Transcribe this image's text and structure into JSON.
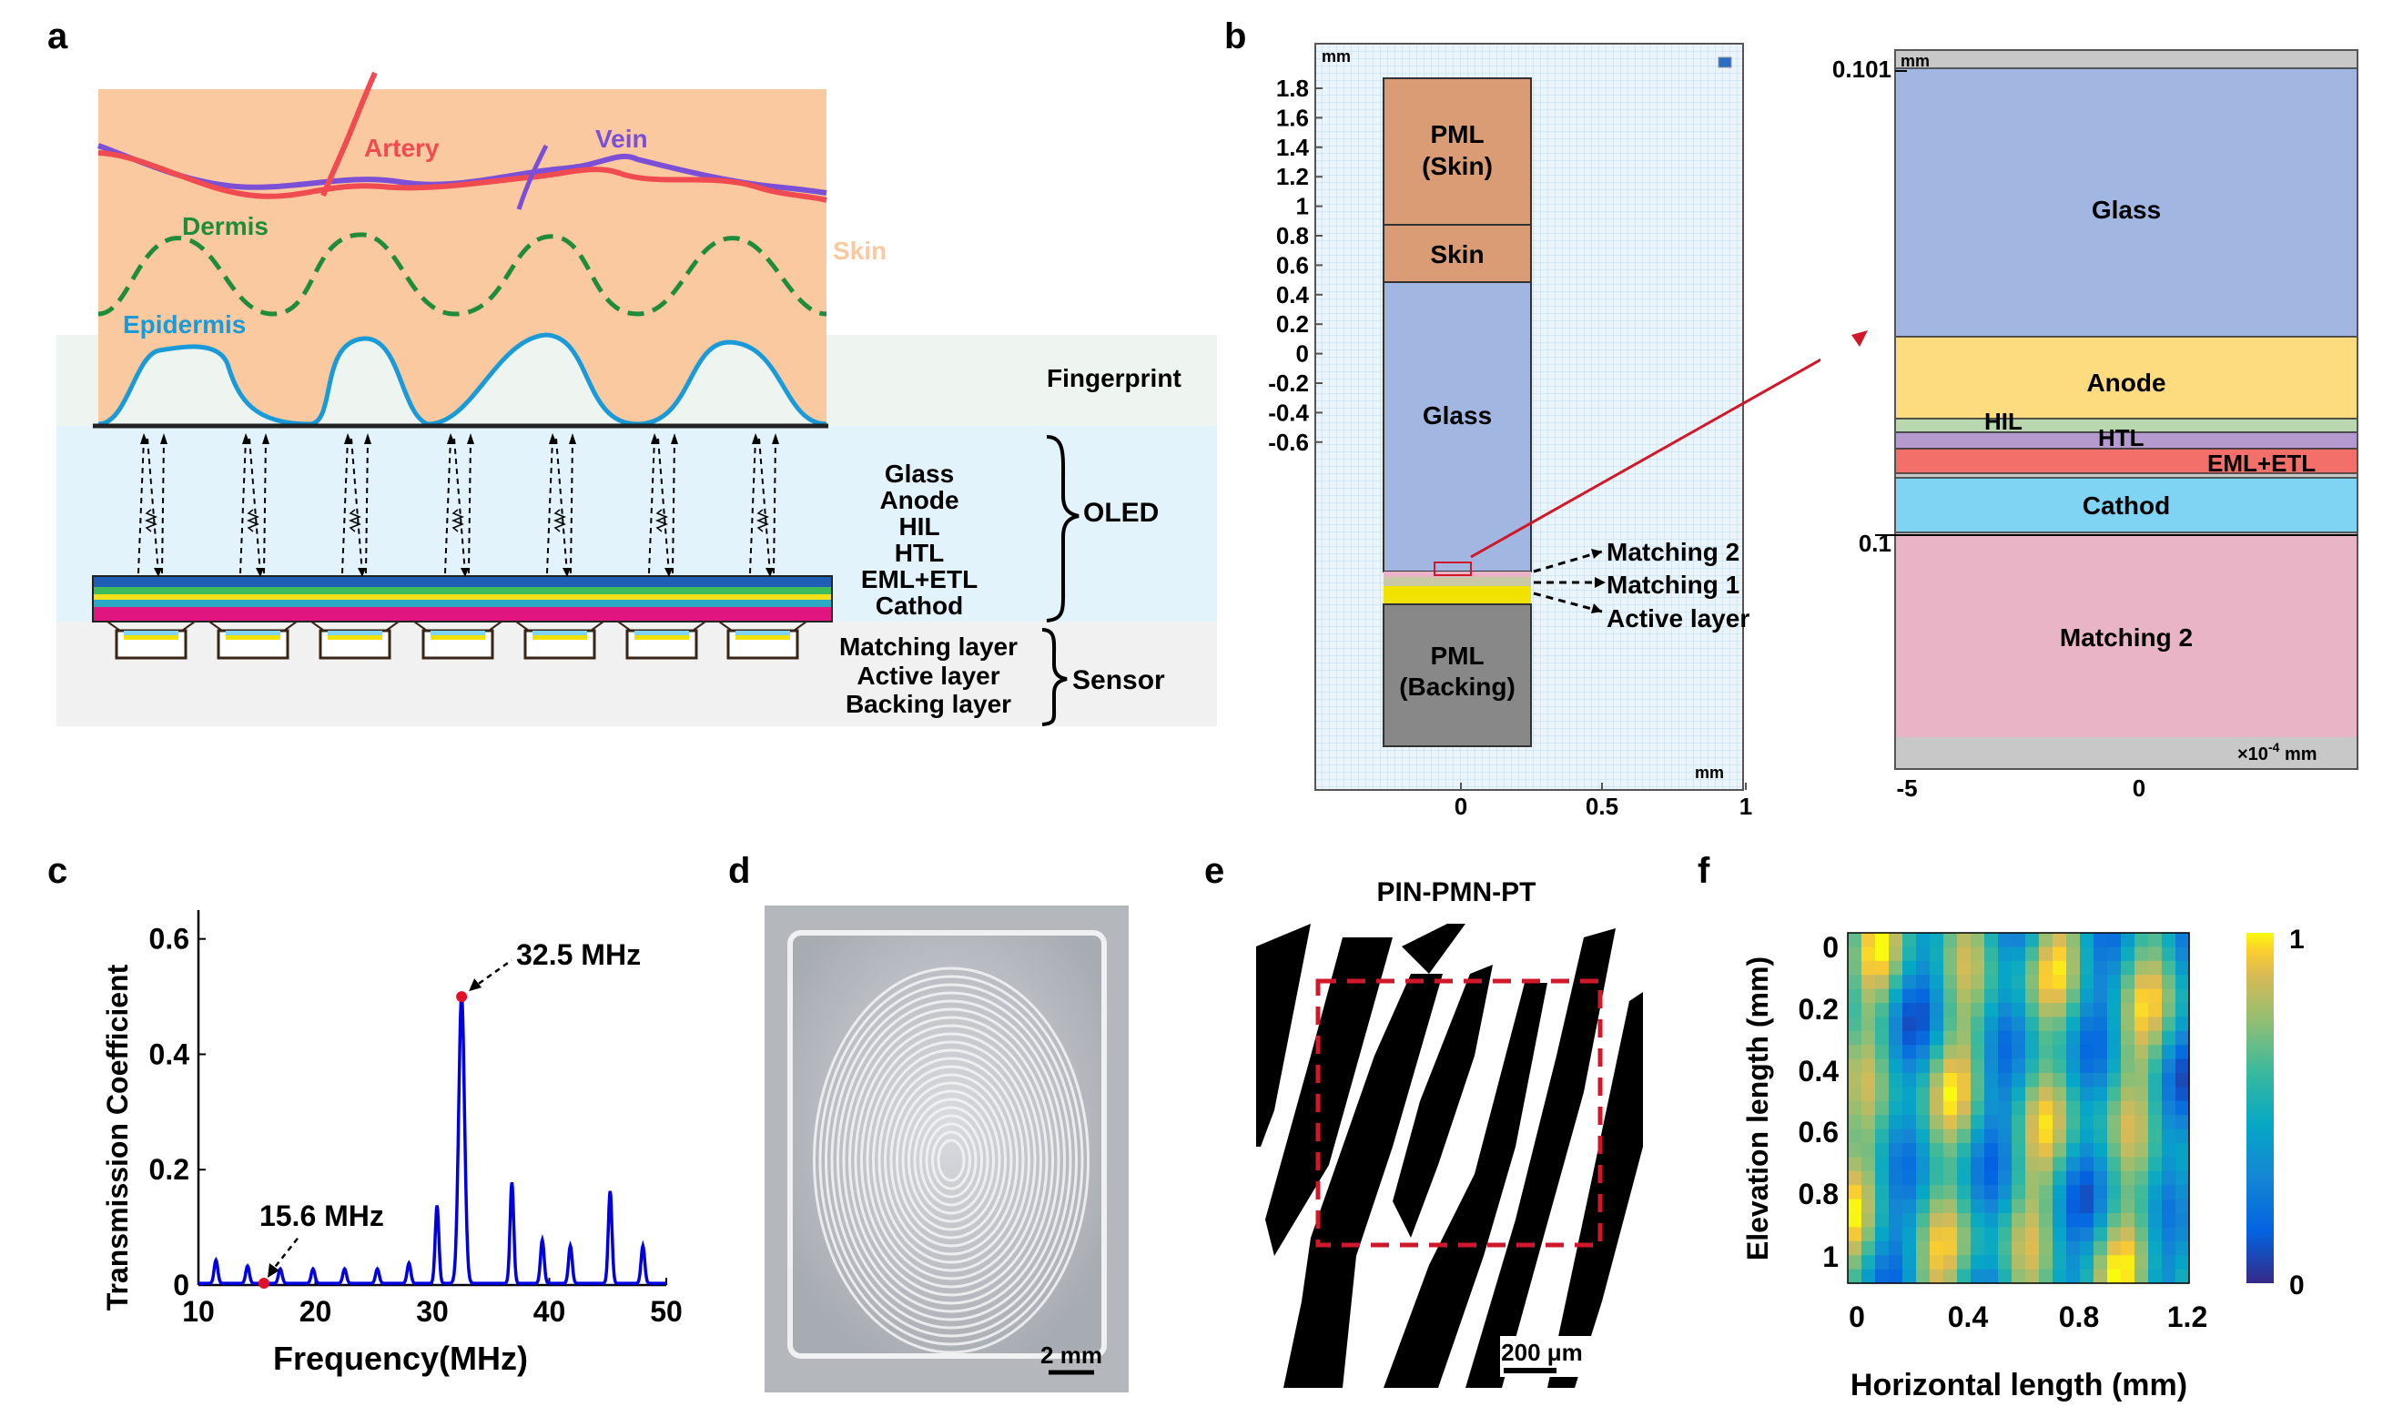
{
  "panels": {
    "a": "a",
    "b": "b",
    "c": "c",
    "d": "d",
    "e": "e",
    "f": "f"
  },
  "panel_a": {
    "vessels": {
      "artery": "Artery",
      "vein": "Vein",
      "dermis": "Dermis",
      "epidermis": "Epidermis",
      "skin": "Skin"
    },
    "fingerprint_label": "Fingerprint",
    "oled_layers": [
      "Glass",
      "Anode",
      "HIL",
      "HTL",
      "EML+ETL",
      "Cathod"
    ],
    "oled_label": "OLED",
    "sensor_layers": [
      "Matching layer",
      "Active layer",
      "Backing layer"
    ],
    "sensor_label": "Sensor",
    "colors": {
      "skin": "#fbc9a0",
      "artery": "#f04b50",
      "vein": "#7b4fd6",
      "dermis": "#1e8c3a",
      "epidermis": "#1a9bd7",
      "fingerprint_bg": "#eef5f1",
      "oled_bg": "#e2f3fb",
      "sensor_bg": "#f2f1f2"
    }
  },
  "panel_b": {
    "unit_left": "mm",
    "unit_bottom": "mm",
    "yticks": [
      "1.8",
      "1.6",
      "1.4",
      "1.2",
      "1",
      "0.8",
      "0.6",
      "0.4",
      "0.2",
      "0",
      "-0.2",
      "-0.4",
      "-0.6"
    ],
    "xticks": [
      "0",
      "0.5",
      "1"
    ],
    "blocks": [
      {
        "label": "PML\n(Skin)",
        "line1": "PML",
        "line2": "(Skin)",
        "color": "#d99c74"
      },
      {
        "label": "Skin",
        "color": "#d99c74"
      },
      {
        "label": "Glass",
        "color": "#a1b6e0"
      },
      {
        "label": "PML\n(Backing)",
        "line1": "PML",
        "line2": "(Backing)",
        "color": "#888888"
      }
    ],
    "arrow_labels": [
      "Matching 2",
      "Matching 1",
      "Active layer"
    ],
    "zoom": {
      "unit_top": "mm",
      "ytick_top": "0.101",
      "ytick_bottom": "0.1",
      "xticks": [
        "-5",
        "0"
      ],
      "x_unit": "×10",
      "x_unit_exp": "-4",
      "x_unit_tail": " mm",
      "layers": [
        {
          "label": "Glass",
          "color": "#a1b6e0"
        },
        {
          "label": "Anode",
          "color": "#fddc80"
        },
        {
          "label": "HIL",
          "color": "#b9d8b0"
        },
        {
          "label": "HTL",
          "color": "#b59ad0"
        },
        {
          "label": "EML+ETL",
          "color": "#f3706a"
        },
        {
          "label": "Cathod",
          "color": "#7fd3f3"
        },
        {
          "label": "Matching 2",
          "color": "#e8b4c6"
        }
      ]
    }
  },
  "chart_data": {
    "type": "line",
    "title": "",
    "xlabel": "Frequency(MHz)",
    "ylabel": "Transmission Coefficient",
    "xlim": [
      10,
      50
    ],
    "ylim": [
      0,
      0.65
    ],
    "xticks": [
      10,
      20,
      30,
      40,
      50
    ],
    "yticks": [
      0,
      0.2,
      0.4,
      0.6
    ],
    "series": [
      {
        "color": "#0000e0",
        "peaks": [
          {
            "x": 11.5,
            "y": 0.04
          },
          {
            "x": 14.2,
            "y": 0.03
          },
          {
            "x": 17.0,
            "y": 0.025
          },
          {
            "x": 19.8,
            "y": 0.025
          },
          {
            "x": 22.5,
            "y": 0.025
          },
          {
            "x": 25.3,
            "y": 0.025
          },
          {
            "x": 28.0,
            "y": 0.035
          },
          {
            "x": 30.4,
            "y": 0.135
          },
          {
            "x": 32.5,
            "y": 0.5
          },
          {
            "x": 36.8,
            "y": 0.175
          },
          {
            "x": 39.4,
            "y": 0.075
          },
          {
            "x": 41.8,
            "y": 0.065
          },
          {
            "x": 45.2,
            "y": 0.16
          },
          {
            "x": 48.0,
            "y": 0.065
          }
        ]
      }
    ],
    "annotations": [
      {
        "text": "32.5 MHz",
        "x": 32.5,
        "y": 0.5
      },
      {
        "text": "15.6 MHz",
        "x": 15.6,
        "y": 0.0
      }
    ]
  },
  "panel_d": {
    "scalebar": "2 mm"
  },
  "panel_e": {
    "title": "PIN-PMN-PT",
    "scalebar": "200 μm"
  },
  "panel_f": {
    "xlabel": "Horizontal length (mm)",
    "ylabel": "Elevation length (mm)",
    "xticks": [
      "0",
      "0.4",
      "0.8",
      "1.2"
    ],
    "yticks": [
      "0",
      "0.2",
      "0.4",
      "0.6",
      "0.8",
      "1"
    ],
    "colorbar": {
      "max": "1",
      "min": "0"
    }
  }
}
